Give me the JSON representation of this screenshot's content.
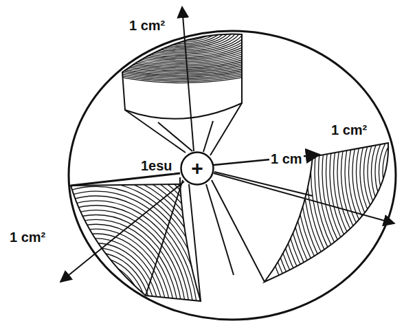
{
  "diagram": {
    "nodes": [
      {
        "text": [
          "+"
        ]
      }
    ],
    "labels": [
      "1 cm²",
      "1 cm²",
      "1 cm²",
      "1 cm",
      "1esu"
    ]
  }
}
